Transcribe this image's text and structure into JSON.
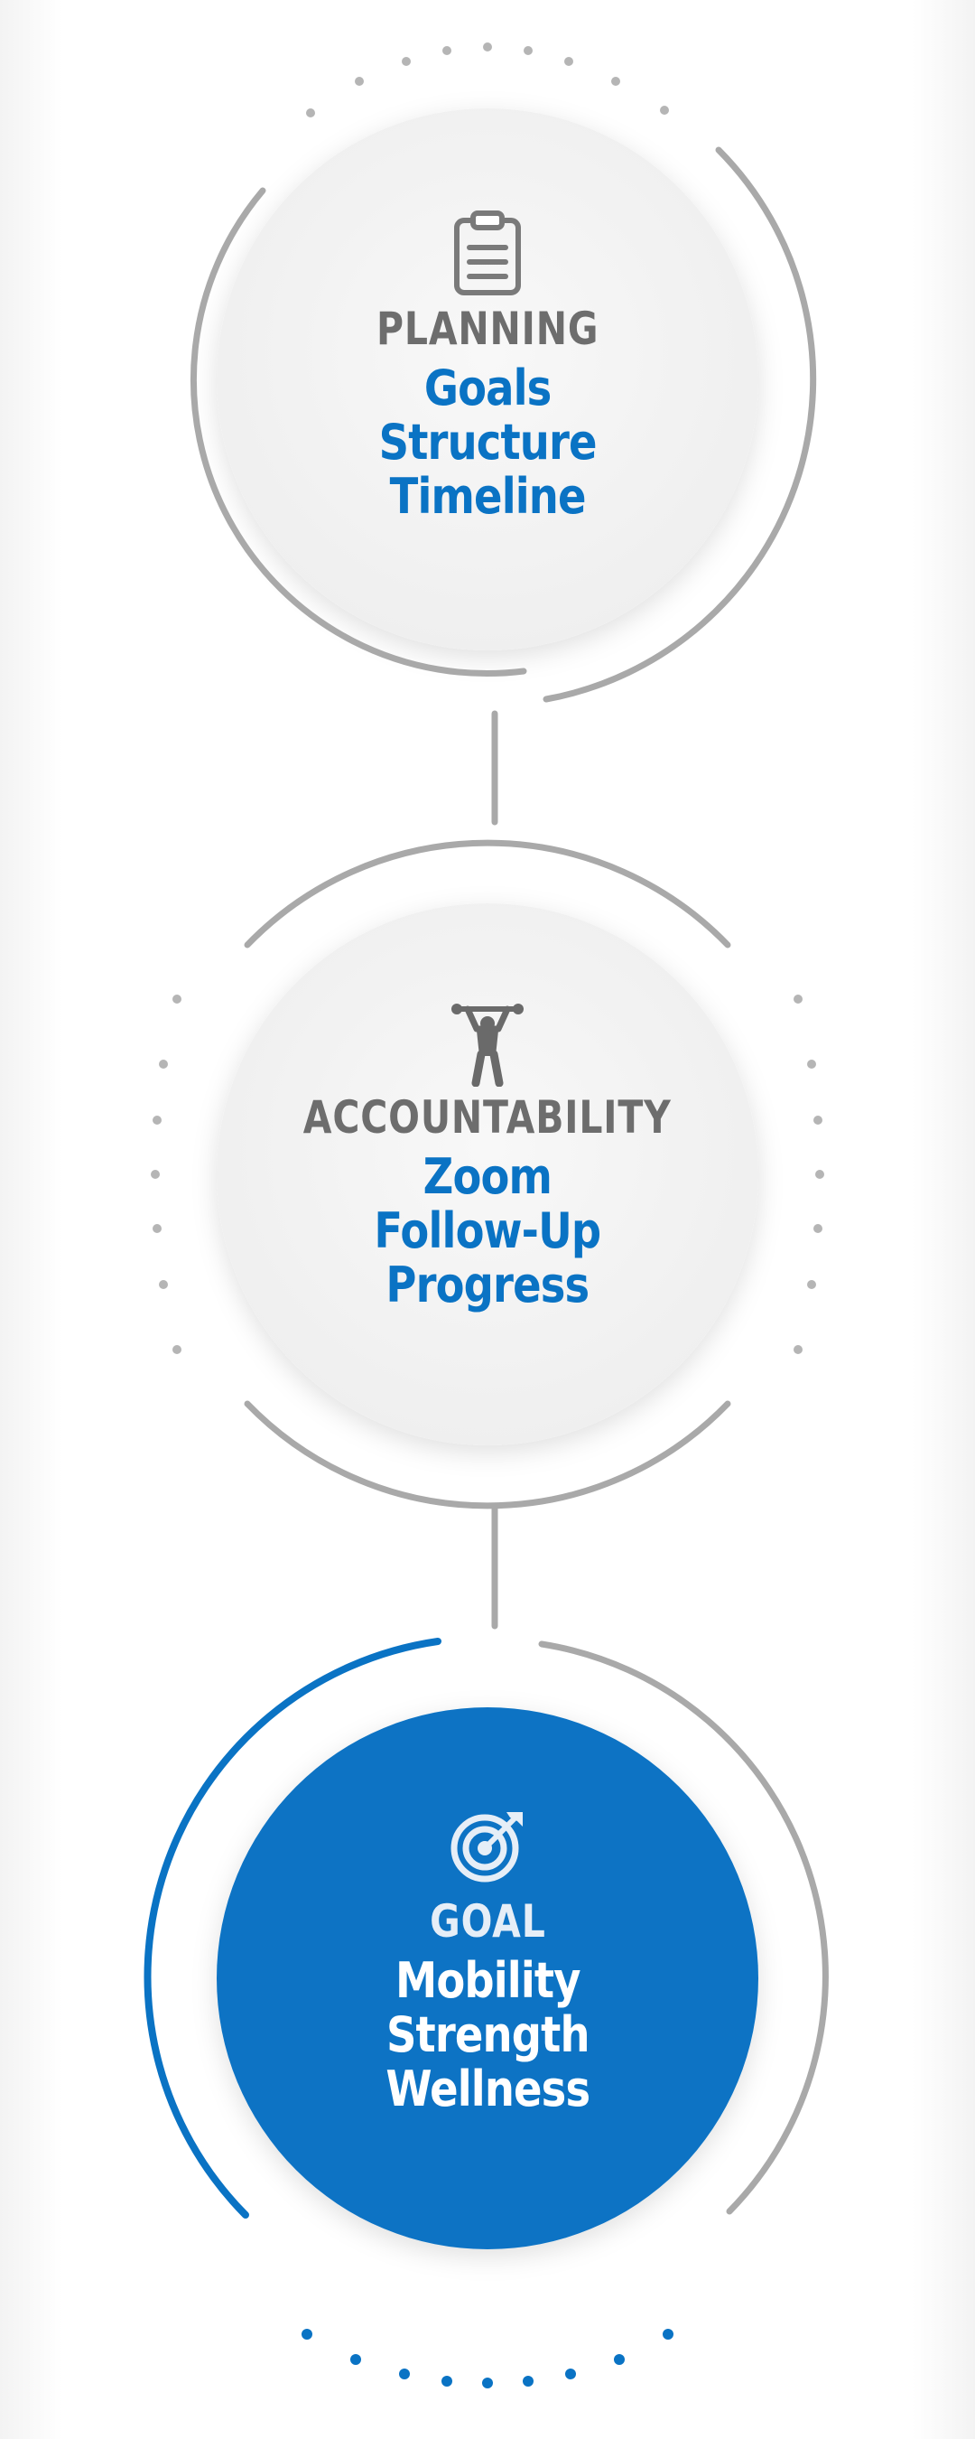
{
  "colors": {
    "accent_blue": "#0a73c4",
    "ring_gray": "#a9a9a9",
    "title_gray": "#6d6d6d",
    "disc_light": "#f4f4f4"
  },
  "steps": [
    {
      "icon": "clipboard-icon",
      "title": "PLANNING",
      "items": [
        "Goals",
        "Structure",
        "Timeline"
      ]
    },
    {
      "icon": "person-lifting-icon",
      "title": "ACCOUNTABILITY",
      "items": [
        "Zoom",
        "Follow-Up",
        "Progress"
      ]
    },
    {
      "icon": "target-icon",
      "title": "GOAL",
      "items": [
        "Mobility",
        "Strength",
        "Wellness"
      ]
    }
  ]
}
